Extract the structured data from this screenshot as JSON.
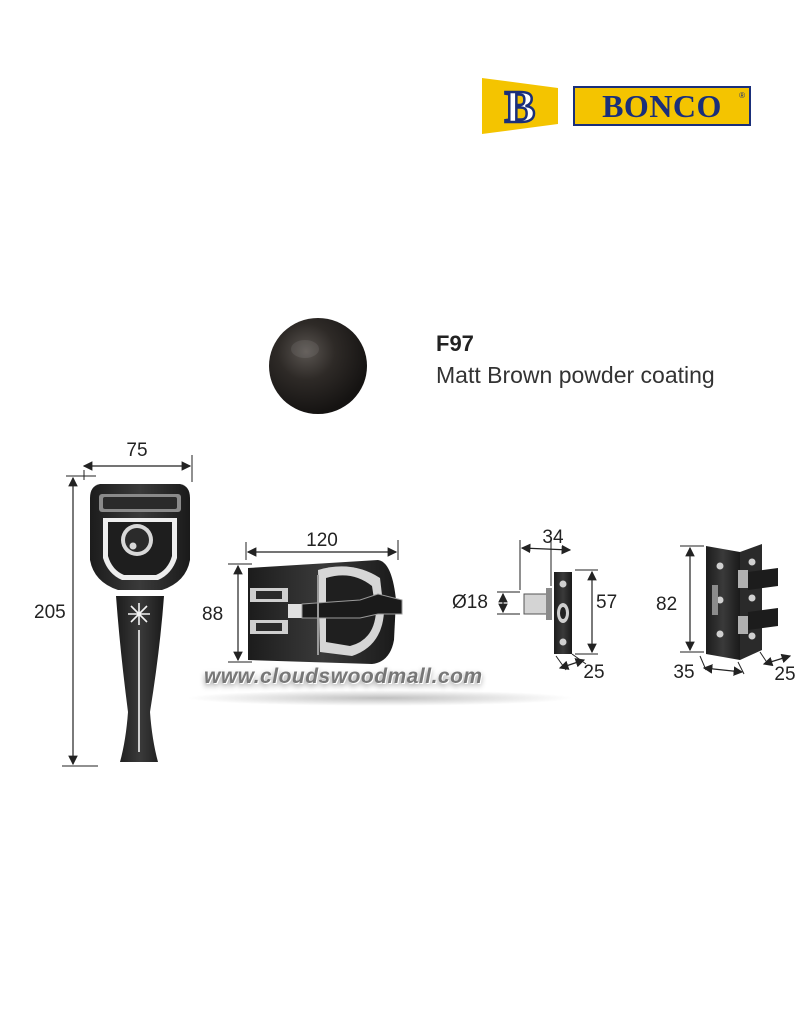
{
  "brand": {
    "name": "BONCO",
    "mark_letter": "B",
    "registered": "®",
    "colors": {
      "yellow": "#f4c400",
      "navy": "#1a2f7a"
    }
  },
  "product": {
    "model": "F97",
    "finish": "Matt Brown powder coating",
    "swatch_color": "#2a2623"
  },
  "dimensions": {
    "handle_width": "75",
    "handle_height": "205",
    "body_length": "120",
    "body_height": "88",
    "strike_depth": "34",
    "strike_diameter": "Ø18",
    "strike_height": "57",
    "strike_width": "25",
    "hinge_height": "82",
    "hinge_left": "35",
    "hinge_right": "25"
  },
  "watermark": "www.cloudswoodmall.com"
}
